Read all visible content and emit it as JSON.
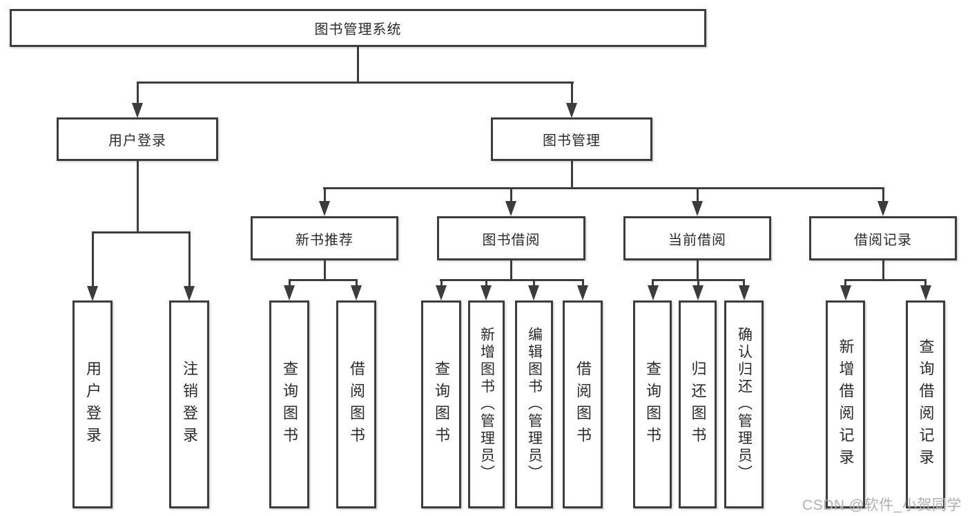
{
  "diagram": {
    "root": {
      "label": "图书管理系统"
    },
    "branches": [
      {
        "label": "用户登录",
        "children": [
          {
            "label": "用户登录"
          },
          {
            "label": "注销登录"
          }
        ]
      },
      {
        "label": "图书管理",
        "children": [
          {
            "label": "新书推荐",
            "children": [
              {
                "label": "查询图书"
              },
              {
                "label": "借阅图书"
              }
            ]
          },
          {
            "label": "图书借阅",
            "children": [
              {
                "label": "查询图书"
              },
              {
                "label": "新增图书（管理员）"
              },
              {
                "label": "编辑图书（管理员）"
              },
              {
                "label": "借阅图书"
              }
            ]
          },
          {
            "label": "当前借阅",
            "children": [
              {
                "label": "查询图书"
              },
              {
                "label": "归还图书"
              },
              {
                "label": "确认归还（管理员）"
              }
            ]
          },
          {
            "label": "借阅记录",
            "children": [
              {
                "label": "新增借阅记录"
              },
              {
                "label": "查询借阅记录"
              }
            ]
          }
        ]
      }
    ]
  },
  "watermark": {
    "text": "CSDN @软件_小贺同学"
  },
  "colors": {
    "line": "#3c3c3c",
    "text": "#2b2b2b",
    "background": "#ffffff",
    "watermark": "#b0b0b0"
  }
}
